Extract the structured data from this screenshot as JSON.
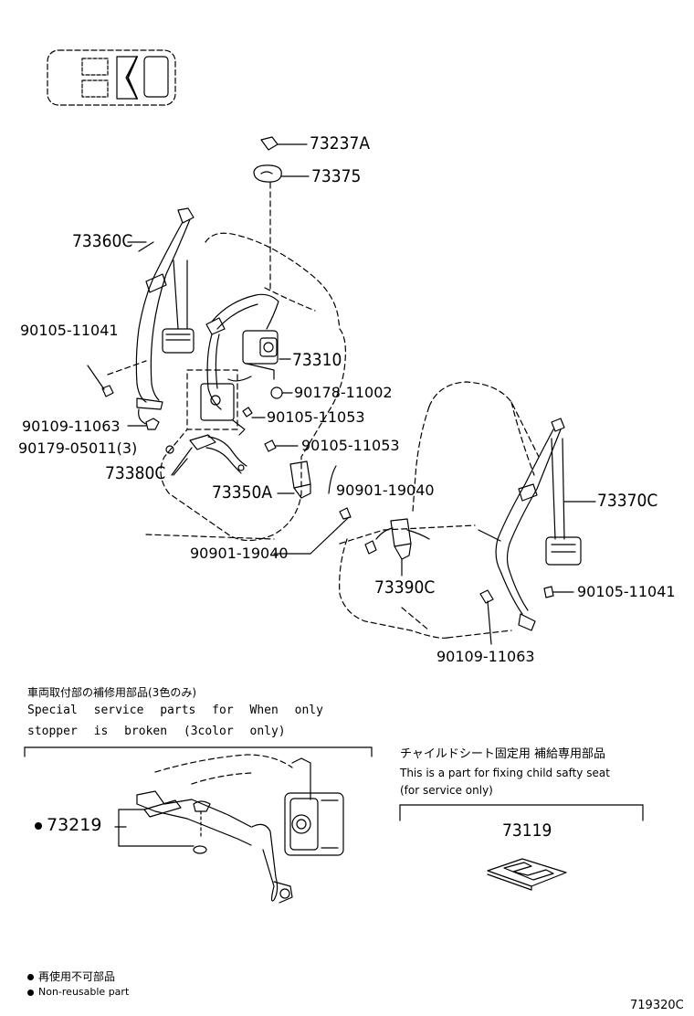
{
  "parts": {
    "p73237A": "73237A",
    "p73375": "73375",
    "p73360C": "73360C",
    "p90105_11041_left": "90105-11041",
    "p73310": "73310",
    "p90178_11002": "90178-11002",
    "p90109_11063_left": "90109-11063",
    "p90105_11053_a": "90105-11053",
    "p90179_05011": "90179-05011(3)",
    "p90105_11053_b": "90105-11053",
    "p73380C": "73380C",
    "p73350A": "73350A",
    "p90901_19040_a": "90901-19040",
    "p73370C": "73370C",
    "p90901_19040_b": "90901-19040",
    "p73390C": "73390C",
    "p90105_11041_right": "90105-11041",
    "p90109_11063_right": "90109-11063",
    "p73219": "73219",
    "p73119": "73119"
  },
  "notes": {
    "service_jp": "車両取付部の補修用部品(3色のみ)",
    "service_en_1": "Special service parts for When only",
    "service_en_2": "stopper is broken (3color only)",
    "child_jp": "チャイルドシート固定用 補給専用部品",
    "child_en_1": "This is a part for fixing child safty seat",
    "child_en_2": "(for service only)"
  },
  "legend": {
    "jp": "再使用不可部品",
    "en": "Non-reusable part"
  },
  "figure_id": "719320C"
}
